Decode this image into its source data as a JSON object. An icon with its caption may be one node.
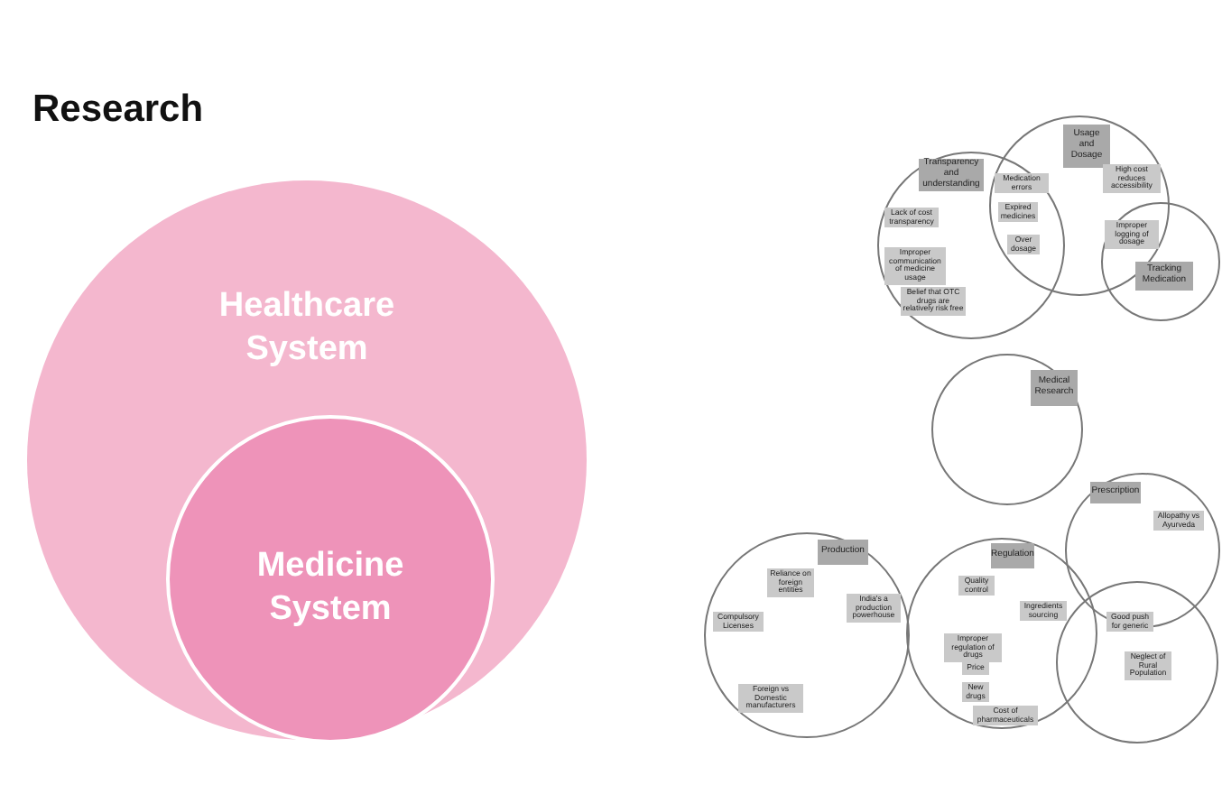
{
  "diagram": {
    "title": "Research",
    "nodes": [
      {
        "text": [
          "Healthcare System"
        ]
      },
      {
        "text": [
          "Medicine System"
        ],
        "in": 0
      },
      {
        "text": [
          "Transparency and understanding"
        ]
      },
      {
        "text": [
          "Lack of cost transparency"
        ],
        "in": 2
      },
      {
        "text": [
          "Improper communication of medicine usage"
        ],
        "in": 2
      },
      {
        "text": [
          "Belief that OTC drugs are relatively risk free"
        ],
        "in": 2
      },
      {
        "text": [
          "Usage and Dosage"
        ]
      },
      {
        "text": [
          "Medication errors"
        ]
      },
      {
        "text": [
          "Expired medicines"
        ]
      },
      {
        "text": [
          "Over dosage"
        ]
      },
      {
        "text": [
          "High cost reduces accessibility"
        ],
        "in": 6
      },
      {
        "text": [
          "Tracking Medication"
        ]
      },
      {
        "text": [
          "Improper logging of dosage"
        ]
      },
      {
        "text": [
          "Medical Research"
        ]
      },
      {
        "text": [
          "Production"
        ]
      },
      {
        "text": [
          "Compulsory Licenses"
        ],
        "in": 14
      },
      {
        "text": [
          "Reliance on foreign entities"
        ],
        "in": 14
      },
      {
        "text": [
          "India's a production powerhouse"
        ],
        "in": 14
      },
      {
        "text": [
          "Foreign vs Domestic manufacturers"
        ],
        "in": 14
      },
      {
        "text": [
          "Regulation"
        ]
      },
      {
        "text": [
          "Quality control"
        ],
        "in": 19
      },
      {
        "text": [
          "Ingredients sourcing"
        ],
        "in": 19
      },
      {
        "text": [
          "Improper regulation of drugs"
        ],
        "in": 19
      },
      {
        "text": [
          "Price"
        ],
        "in": 19
      },
      {
        "text": [
          "New drugs"
        ],
        "in": 19
      },
      {
        "text": [
          "Cost of pharmaceuticals"
        ],
        "in": 19
      },
      {
        "text": [
          "Prescription"
        ]
      },
      {
        "text": [
          "Allopathy vs Ayurveda"
        ],
        "in": 26
      },
      {
        "text": [],
        "shape": "circle"
      },
      {
        "text": [
          "Good push for generic"
        ],
        "in": 28
      },
      {
        "text": [
          "Neglect of Rural Population"
        ],
        "in": 28
      }
    ],
    "edges": []
  }
}
